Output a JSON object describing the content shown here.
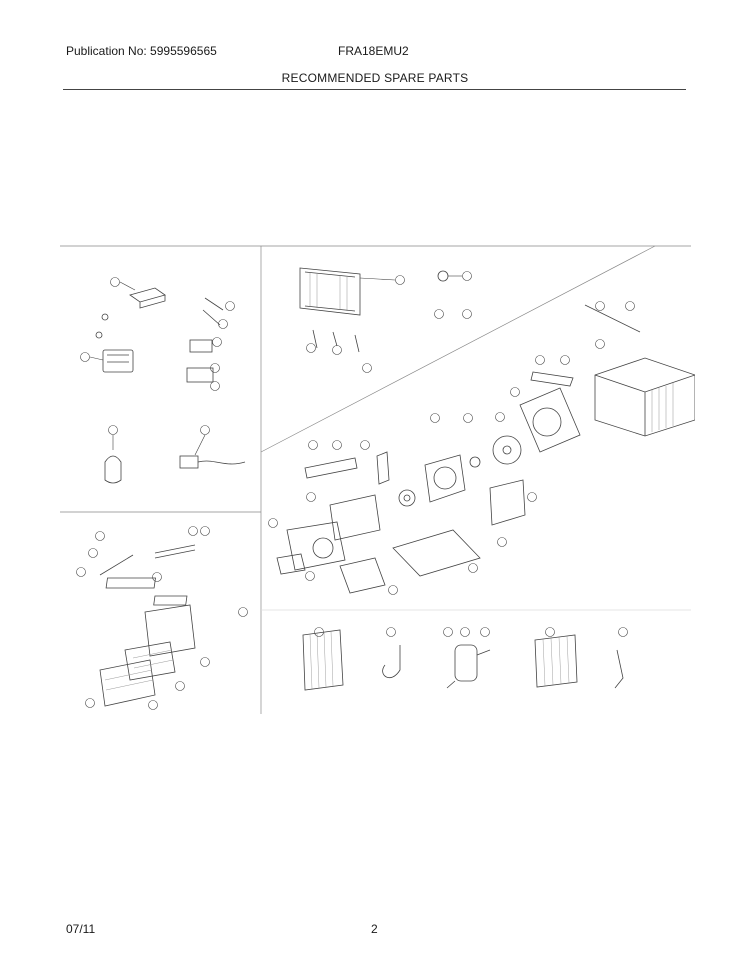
{
  "header": {
    "publication": "Publication No: 5995596565",
    "model": "FRA18EMU2",
    "title": "RECOMMENDED SPARE PARTS"
  },
  "footer": {
    "date": "07/11",
    "page": "2"
  },
  "colors": {
    "ink": "#444444",
    "paper": "#ffffff"
  }
}
